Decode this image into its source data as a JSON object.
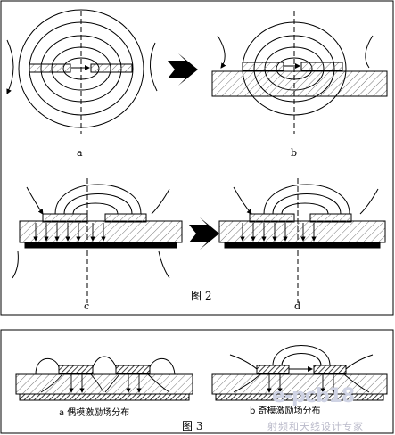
{
  "figure2": {
    "caption": "图 2",
    "labels": {
      "a": "a",
      "b": "b",
      "c": "c",
      "d": "d"
    }
  },
  "figure3": {
    "caption": "图 3",
    "caption_a": "a  偶模激励场分布",
    "caption_b": "b  奇模激励场分布"
  },
  "watermark": {
    "logo": "e-pcb18",
    "text": "射频和天线设计专家"
  },
  "colors": {
    "line": "#000000",
    "hatch": "#7a7a7a",
    "background": "#ffffff",
    "watermark": "#b9b9c9"
  },
  "icons": [
    "right-arrow-icon"
  ]
}
